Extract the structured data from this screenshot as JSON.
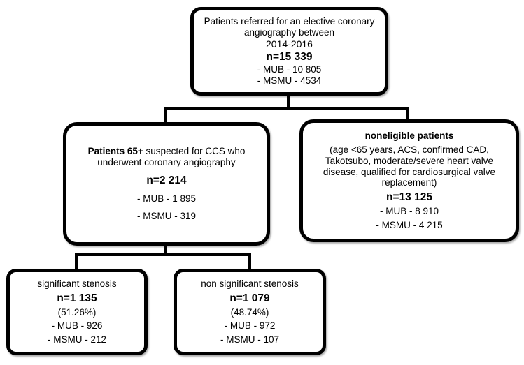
{
  "flowchart": {
    "colors": {
      "border": "#000000",
      "background": "#ffffff",
      "text": "#000000"
    },
    "referred": {
      "title": "Patients referred for an elective coronary angiography between",
      "period": "2014-2016",
      "n": "n=15 339",
      "mub": "- MUB - 10 805",
      "msmu": "- MSMU - 4534"
    },
    "eligible": {
      "title_bold": "Patients 65+",
      "title_rest": " suspected for CCS who underwent coronary angiography",
      "n": "n=2 214",
      "mub": "- MUB - 1 895",
      "msmu": "- MSMU - 319"
    },
    "noneligible": {
      "title": "noneligible patients",
      "criteria": "(age <65 years, ACS, confirmed CAD, Takotsubo, moderate/severe heart valve disease, qualified for cardiosurgical valve replacement)",
      "n": "n=13 125",
      "mub": "- MUB - 8 910",
      "msmu": "- MSMU - 4 215"
    },
    "significant": {
      "title": "significant stenosis",
      "n": "n=1 135",
      "percent": "(51.26%)",
      "mub": "- MUB - 926",
      "msmu": "- MSMU - 212"
    },
    "nonsignificant": {
      "title": "non significant stenosis",
      "n": "n=1 079",
      "percent": "(48.74%)",
      "mub": "- MUB - 972",
      "msmu": "- MSMU - 107"
    }
  }
}
